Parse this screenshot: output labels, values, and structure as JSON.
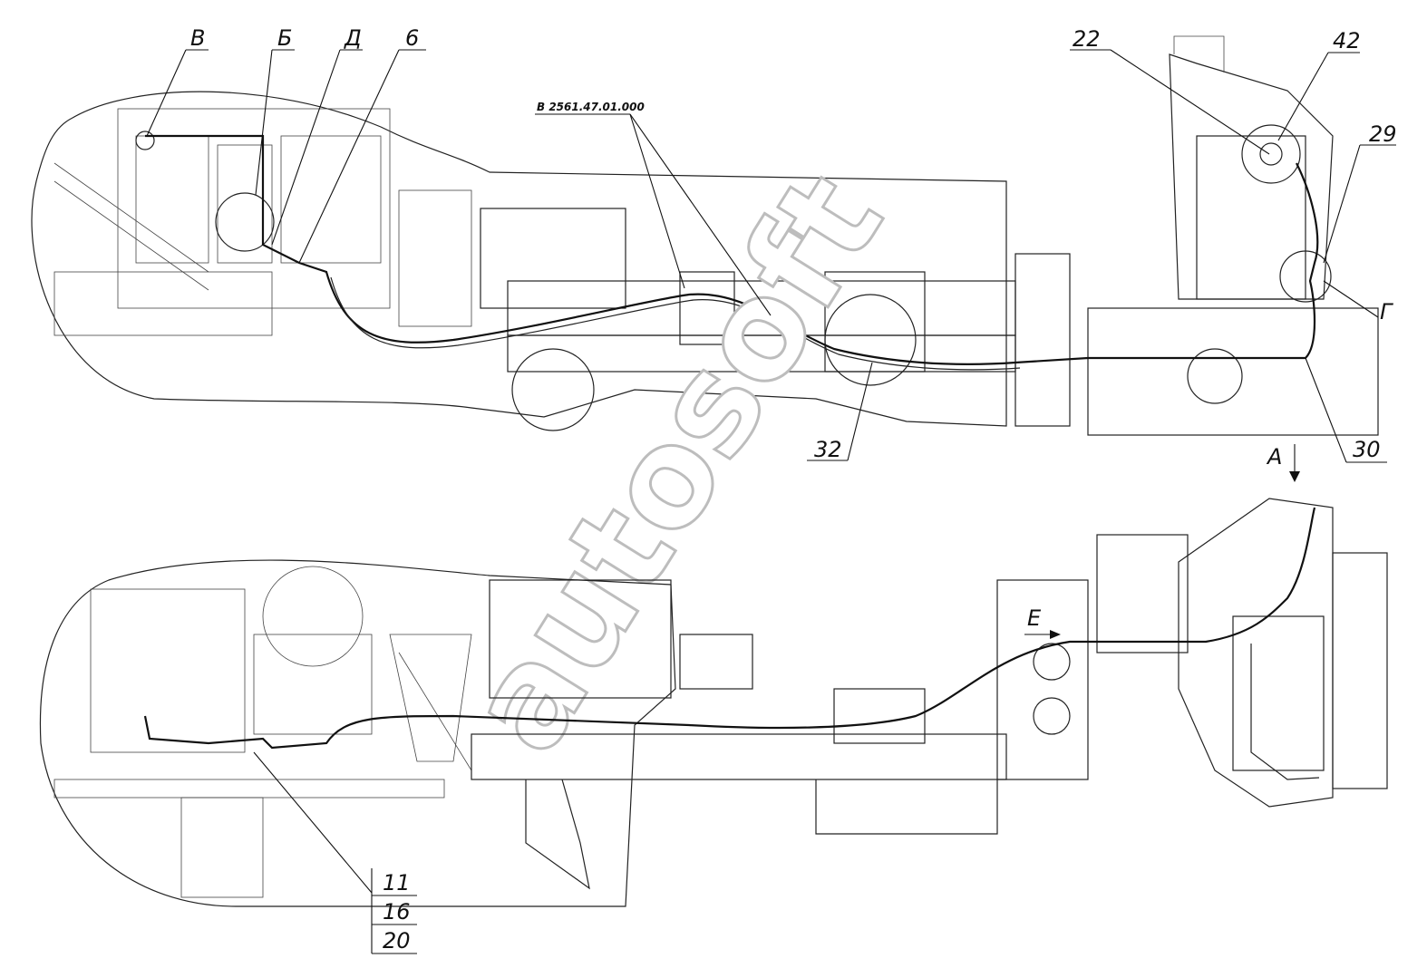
{
  "watermark": "autosoft",
  "drawing_ref": "В 2561.47.01.000",
  "views": {
    "top": {
      "callouts": [
        {
          "id": "V",
          "text": "В"
        },
        {
          "id": "B",
          "text": "Б"
        },
        {
          "id": "D",
          "text": "Д"
        },
        {
          "id": "p6",
          "text": "6"
        },
        {
          "id": "p22",
          "text": "22"
        },
        {
          "id": "p42",
          "text": "42"
        },
        {
          "id": "p29",
          "text": "29"
        },
        {
          "id": "G",
          "text": "Г"
        },
        {
          "id": "p30",
          "text": "30"
        },
        {
          "id": "p32",
          "text": "32"
        }
      ],
      "view_marker": "А"
    },
    "bottom": {
      "callouts": [
        {
          "id": "E",
          "text": "Е"
        }
      ],
      "stacked_leader": [
        "11",
        "16",
        "20"
      ]
    }
  }
}
